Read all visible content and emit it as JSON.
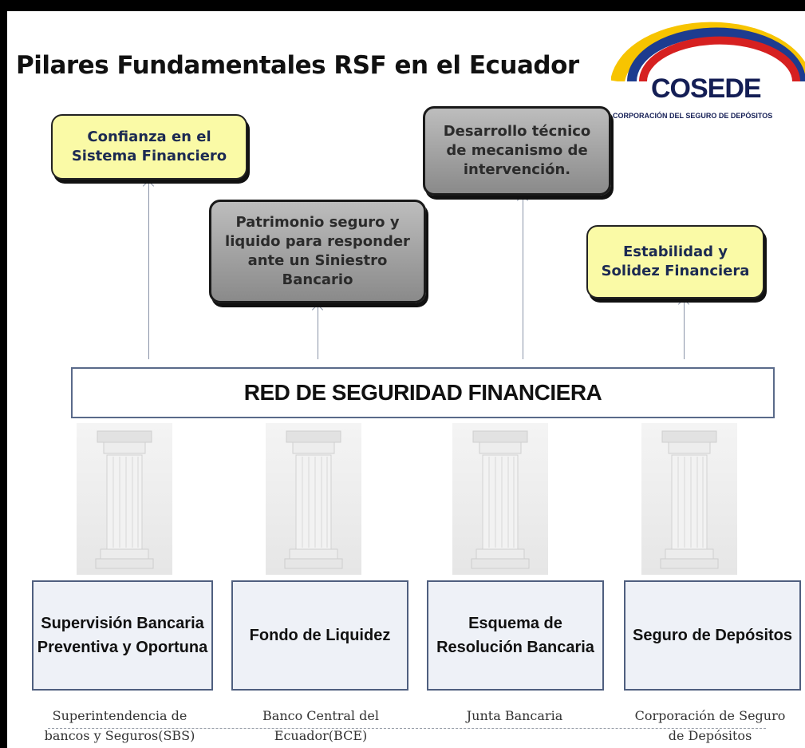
{
  "title": "Pilares Fundamentales RSF en el Ecuador",
  "logo": {
    "name": "COSEDE",
    "subtitle": "CORPORACIÓN DEL SEGURO DE DEPÓSITOS",
    "colors": [
      "#f7c400",
      "#1d3c8f",
      "#d62020"
    ]
  },
  "goals": [
    {
      "text": "Confianza en el Sistema Financiero",
      "style": "yellow"
    },
    {
      "text": "Patrimonio seguro y liquido para responder ante un Siniestro Bancario",
      "style": "grey"
    },
    {
      "text": "Desarrollo técnico de mecanismo de intervención.",
      "style": "grey"
    },
    {
      "text": "Estabilidad  y Solidez Financiera",
      "style": "yellow"
    }
  ],
  "network": "RED DE SEGURIDAD FINANCIERA",
  "pillars": [
    {
      "label": "Supervisión Bancaria Preventiva y Oportuna",
      "institution": "Superintendencia de bancos y Seguros(SBS)"
    },
    {
      "label": "Fondo de Liquidez",
      "institution": "Banco Central del Ecuador(BCE)"
    },
    {
      "label": "Esquema de Resolución Bancaria",
      "institution": "Junta Bancaria"
    },
    {
      "label": "Seguro de Depósitos",
      "institution": "Corporación de Seguro de Depósitos"
    }
  ]
}
